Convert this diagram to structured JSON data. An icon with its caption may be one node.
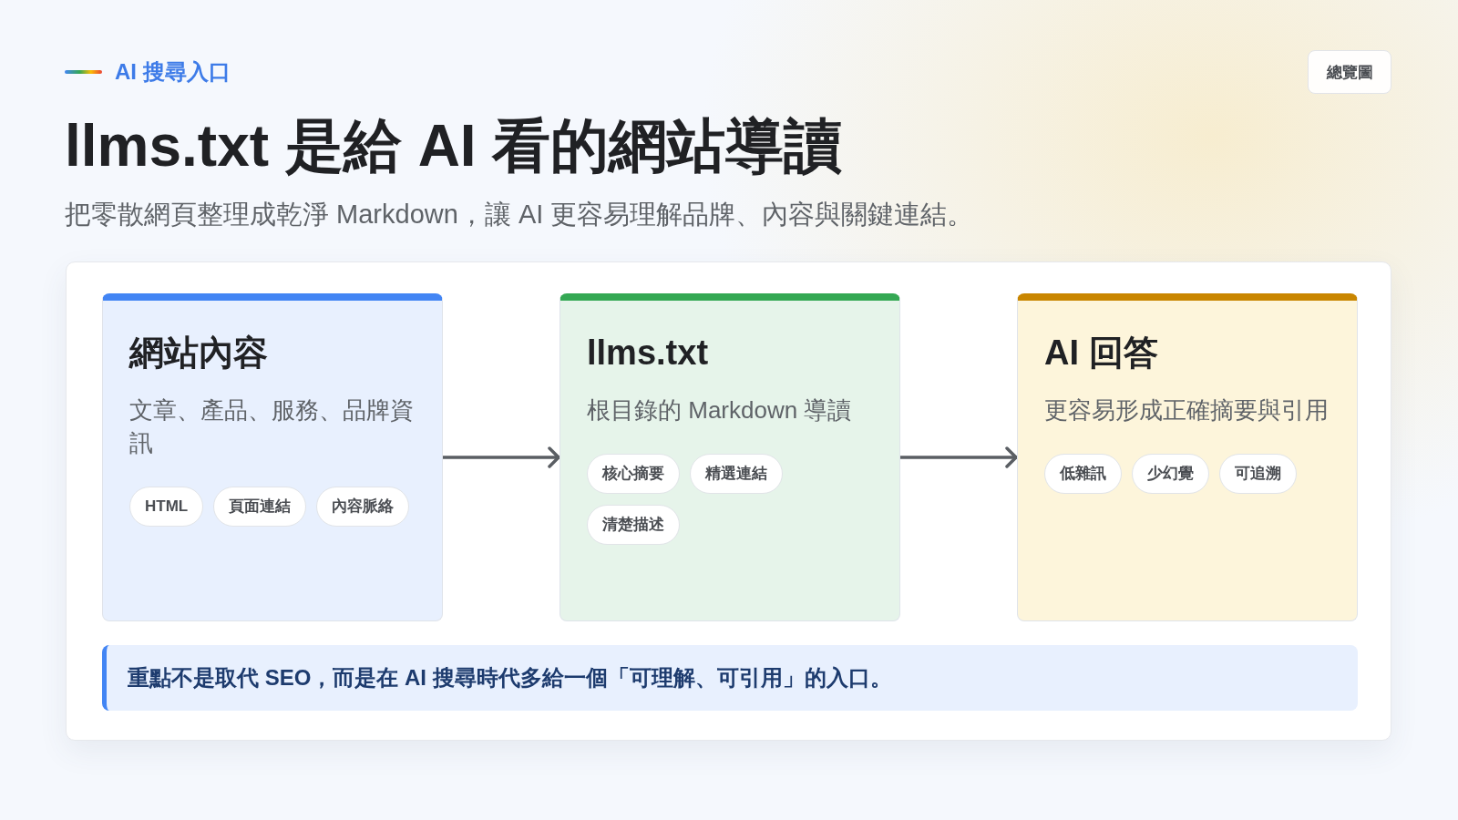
{
  "diagram": {
    "title": "llms.txt 是給 AI 看的網站導讀",
    "nodes": [
      {
        "text": [
          "總覽圖"
        ]
      },
      {
        "text": [],
        "shape": "box"
      },
      {
        "text": [
          "網站內容",
          "文章、產品、服務、品牌資訊"
        ],
        "in": 1
      },
      {
        "text": [
          "HTML"
        ],
        "in": 2
      },
      {
        "text": [
          "頁面連結"
        ],
        "in": 2
      },
      {
        "text": [
          "內容脈絡"
        ],
        "in": 2
      },
      {
        "text": [
          "llms.txt",
          "根目錄的 Markdown 導讀"
        ],
        "in": 1
      },
      {
        "text": [
          "核心摘要"
        ],
        "in": 6
      },
      {
        "text": [
          "精選連結"
        ],
        "in": 6
      },
      {
        "text": [
          "清楚描述"
        ],
        "in": 6
      },
      {
        "text": [
          "AI 回答",
          "更容易形成正確摘要與引用"
        ],
        "in": 1
      },
      {
        "text": [
          "低雜訊"
        ],
        "in": 10
      },
      {
        "text": [
          "少幻覺"
        ],
        "in": 10
      },
      {
        "text": [
          "可追溯"
        ],
        "in": 10
      },
      {
        "text": [
          "重點不是取代 SEO，而是在 AI 搜尋時代多給一個「可理解、可引用」的入口。"
        ],
        "in": 1
      }
    ],
    "edges": [
      {
        "from": 2,
        "to": 6,
        "arrow": "to"
      },
      {
        "from": 6,
        "to": 10,
        "arrow": "to"
      }
    ],
    "labels": [
      "AI 搜尋入口",
      "把零散網頁整理成乾淨 Markdown，讓 AI 更容易理解品牌、內容與關鍵連結。"
    ]
  }
}
